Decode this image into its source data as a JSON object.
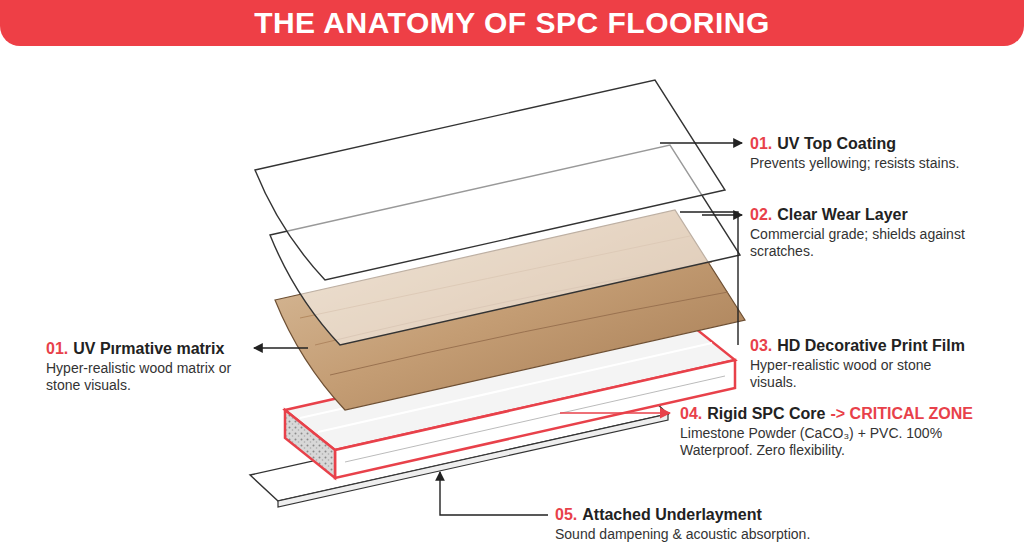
{
  "diagram": {
    "title": "THE ANATOMY OF SPC FLOORING",
    "labels": [
      "01.",
      "UV Top Coating",
      "Prevents yellowing; resists stains.",
      "02.",
      "Clear Wear Layer",
      "Commercial grade; shields against scratches.",
      "03.",
      "HD Decorative Print Film",
      "Hyper-realistic wood or stone visuals.",
      "01.",
      "UV Pırmative matrix",
      "Hyper-realistic wood matrix or stone visuals.",
      "04.",
      "Rigid SPC Core",
      "-> CRITICAL ZONE",
      "Limestone Powder (CaCO₃) + PVC. 100% Waterproof. Zero flexibility.",
      "05.",
      "Attached Underlayment",
      "Sound dampening & acoustic absorption."
    ]
  }
}
